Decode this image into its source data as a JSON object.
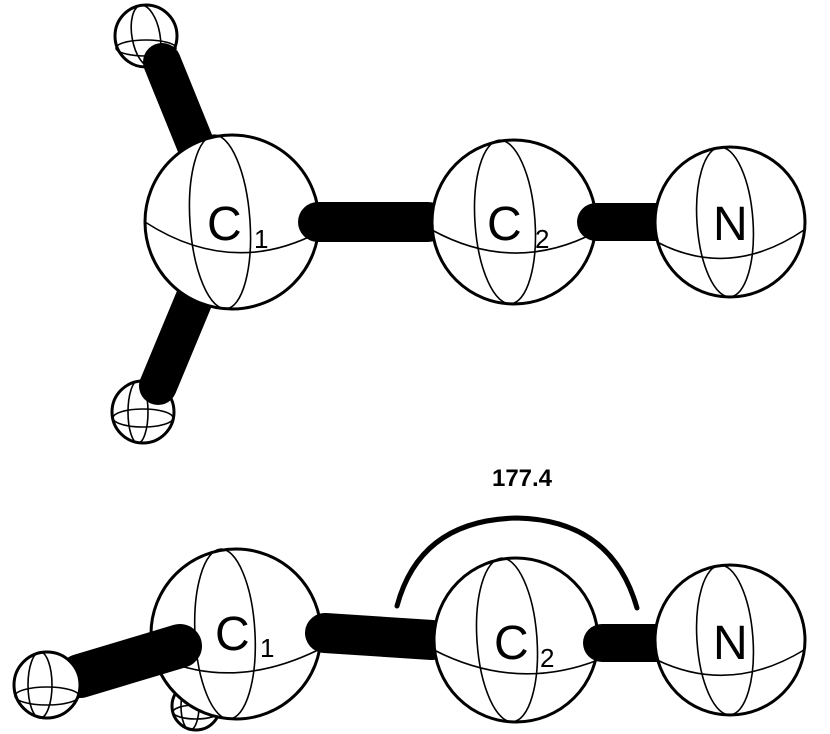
{
  "figure": {
    "description": "Ball-and-stick models of cyanomethyl (CH2CN): top and side views",
    "colors": {
      "stroke": "#000000",
      "fill": "#ffffff",
      "bond": "#000000"
    },
    "top_view": {
      "atoms": [
        {
          "id": "C1",
          "element": "C",
          "subscript": "1"
        },
        {
          "id": "C2",
          "element": "C",
          "subscript": "2"
        },
        {
          "id": "N",
          "element": "N",
          "subscript": ""
        },
        {
          "id": "H_a",
          "element": "H",
          "subscript": "",
          "label_shown": false
        },
        {
          "id": "H_b",
          "element": "H",
          "subscript": "",
          "label_shown": false
        }
      ]
    },
    "side_view": {
      "atoms": [
        {
          "id": "C1",
          "element": "C",
          "subscript": "1"
        },
        {
          "id": "C2",
          "element": "C",
          "subscript": "2"
        },
        {
          "id": "N",
          "element": "N",
          "subscript": ""
        },
        {
          "id": "H_a",
          "element": "H",
          "subscript": "",
          "label_shown": false
        },
        {
          "id": "H_b",
          "element": "H",
          "subscript": "",
          "label_shown": false
        }
      ],
      "angle": {
        "vertex": "C2",
        "between": [
          "C1",
          "N"
        ],
        "value": "177.4"
      }
    }
  }
}
